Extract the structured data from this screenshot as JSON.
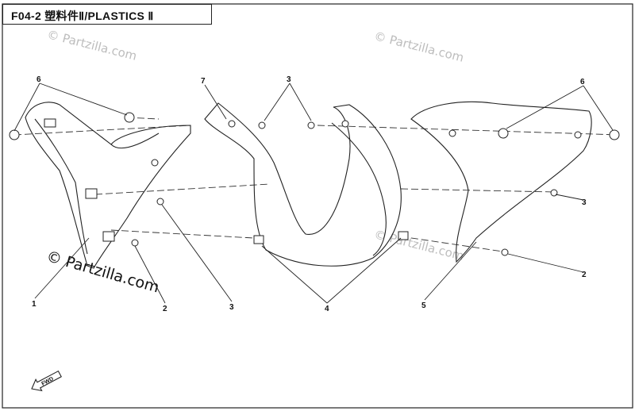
{
  "header": {
    "title": "F04-2  塑料件Ⅱ/PLASTICS Ⅱ"
  },
  "watermark": {
    "small": "© Partzilla.com",
    "large": "© Partzilla.com"
  },
  "callouts": [
    "6",
    "7",
    "3",
    "6",
    "3",
    "1",
    "2",
    "3",
    "4",
    "5",
    "2"
  ],
  "direction_label": "FWD"
}
